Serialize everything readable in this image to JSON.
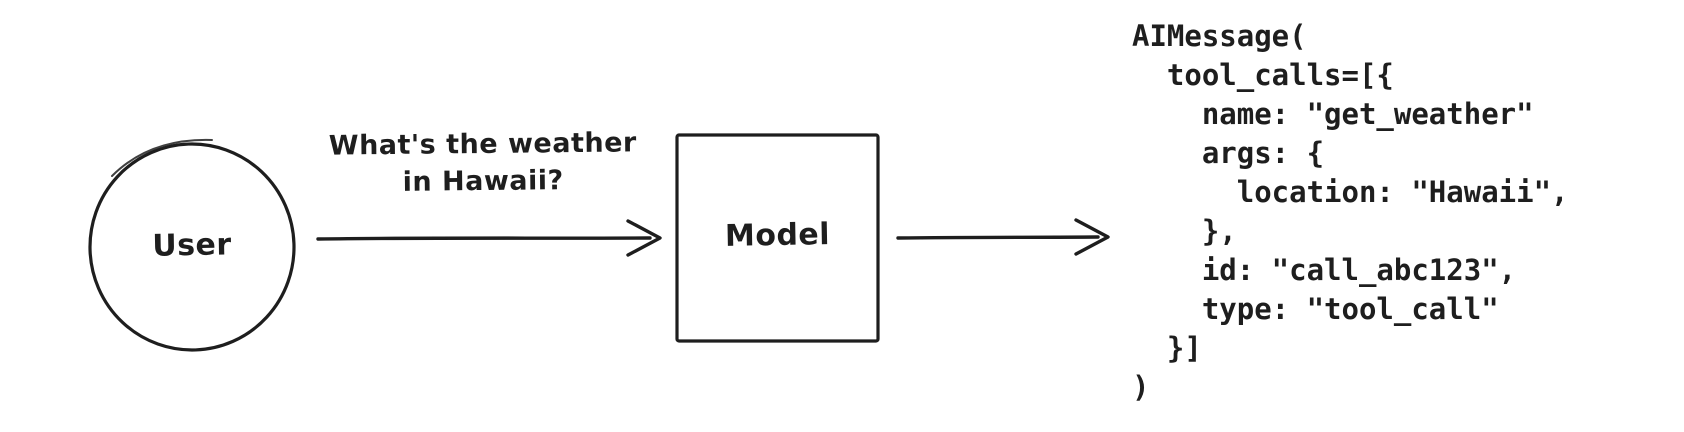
{
  "diagram": {
    "background_color": "#ffffff",
    "ink_color": "#1e1e1e",
    "user_node": {
      "label": "User",
      "shape": "circle"
    },
    "model_node": {
      "label": "Model",
      "shape": "rectangle"
    },
    "request_arrow": {
      "label_line1": "What's the weather",
      "label_line2": "in Hawaii?"
    },
    "output_code": {
      "lines": [
        "AIMessage(",
        "  tool_calls=[{",
        "    name: \"get_weather\"",
        "    args: {",
        "      location: \"Hawaii\",",
        "    },",
        "    id: \"call_abc123\",",
        "    type: \"tool_call\"",
        "  }]",
        ")"
      ]
    }
  }
}
